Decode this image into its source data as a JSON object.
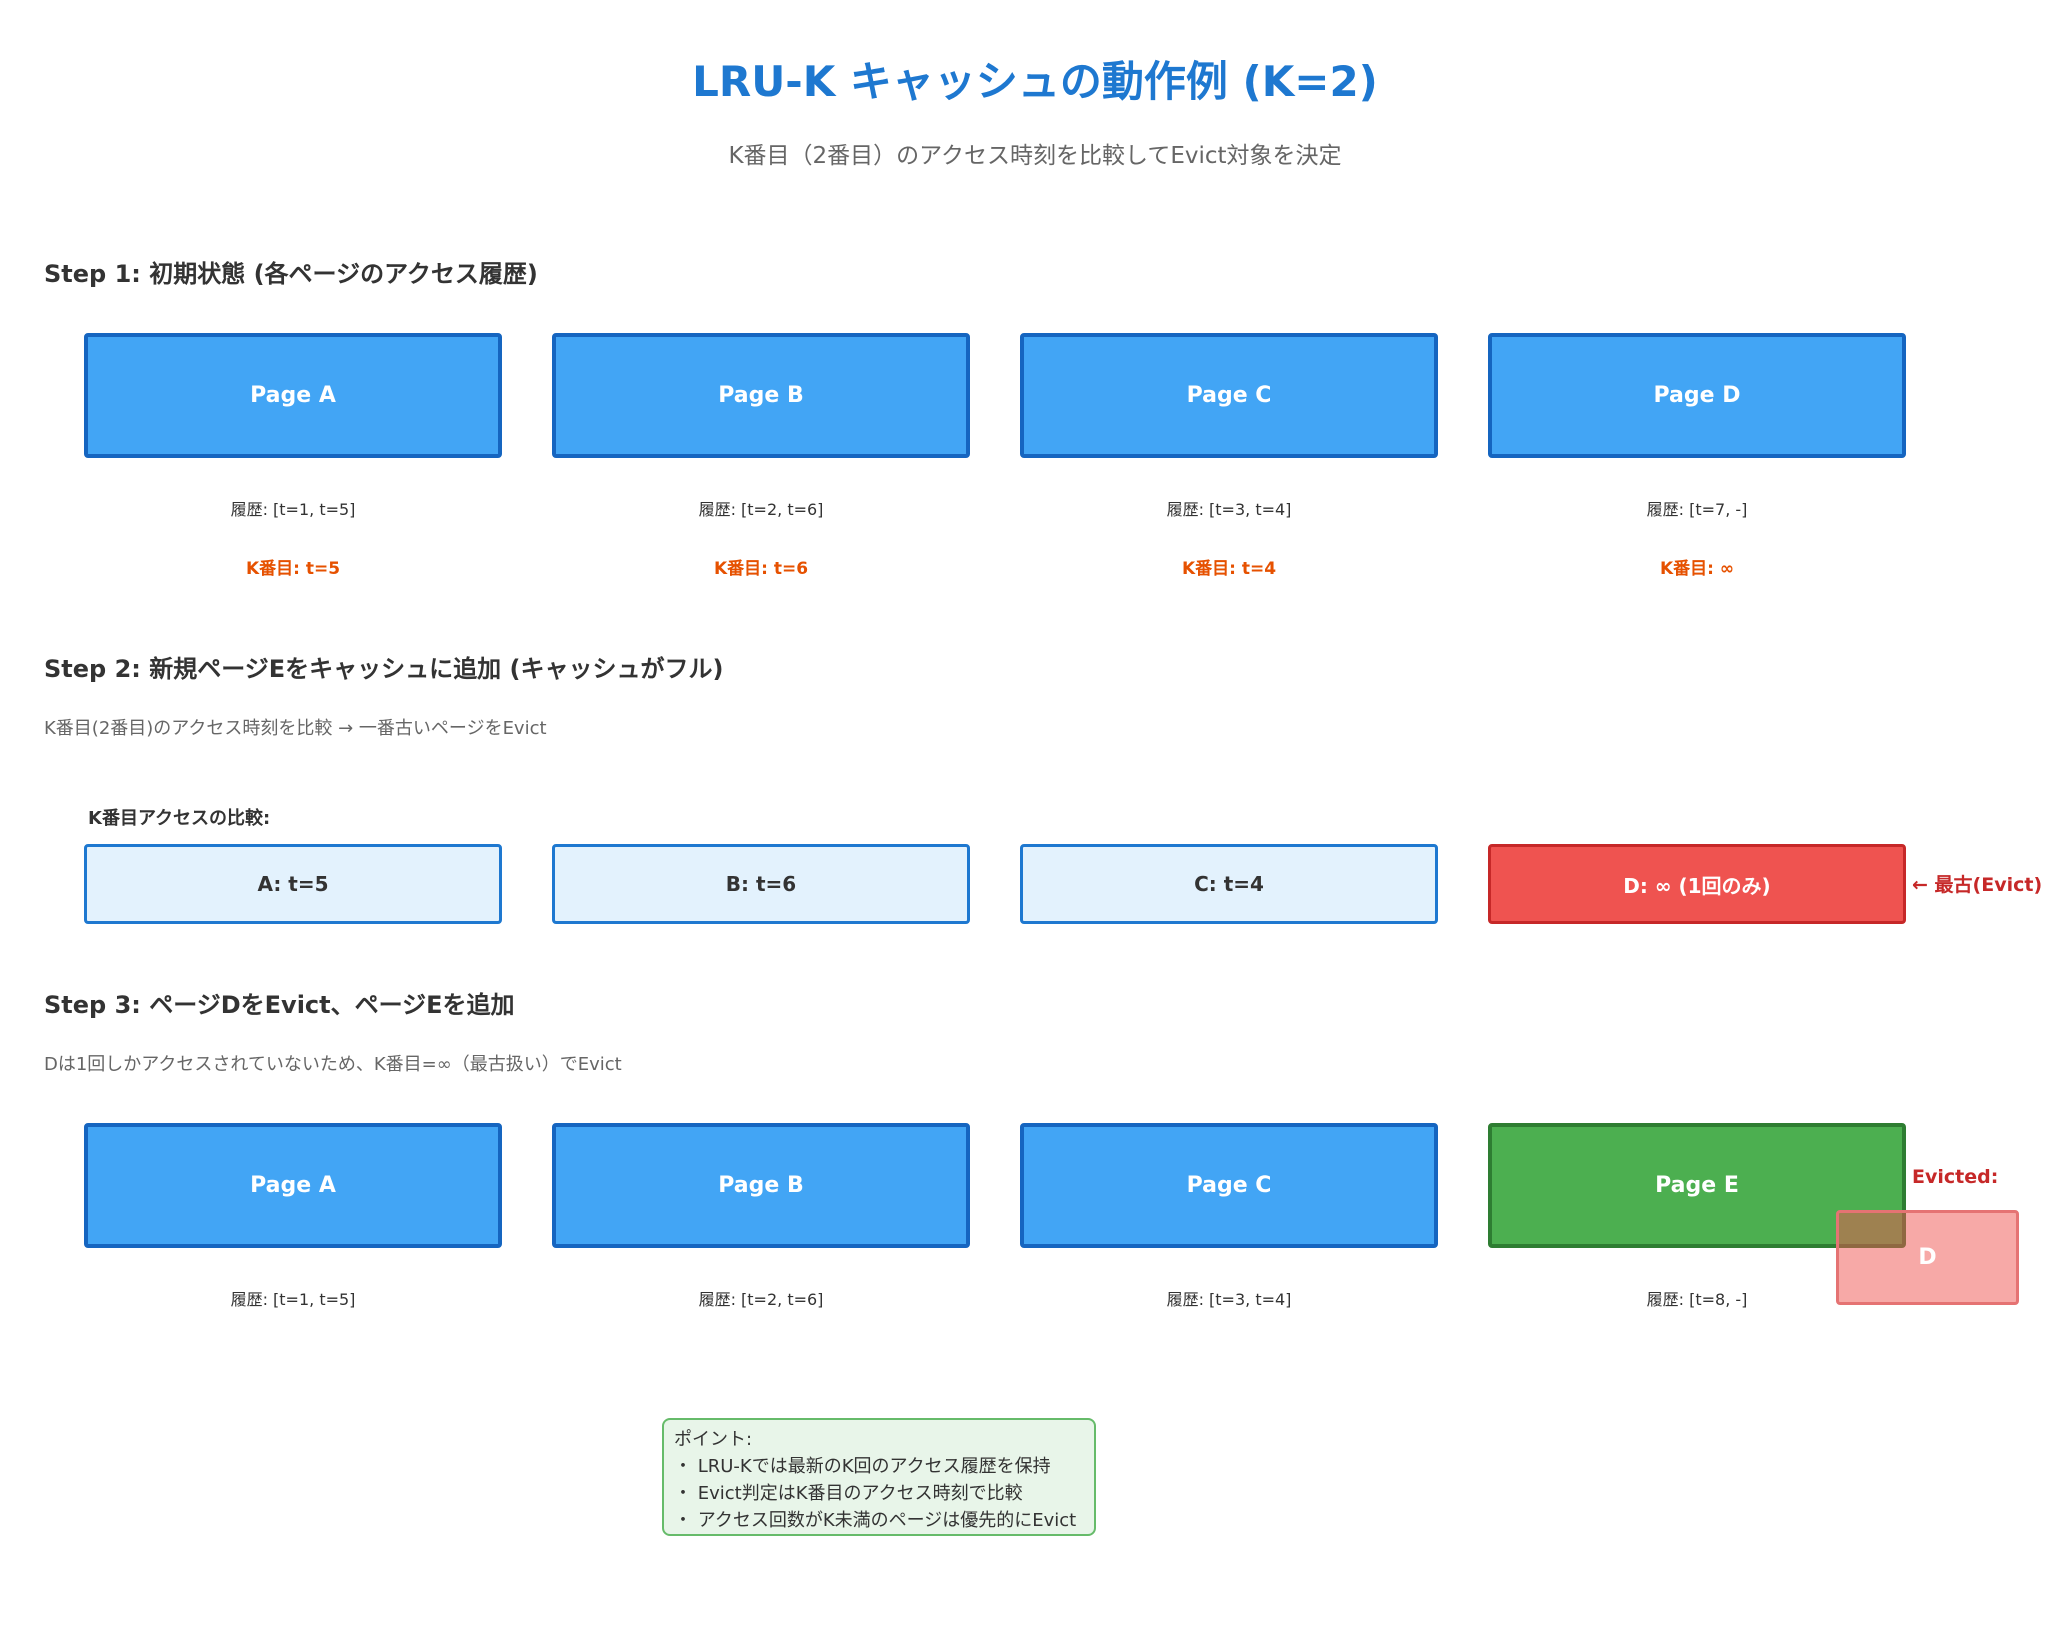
{
  "title": "LRU-K キャッシュの動作例 (K=2)",
  "subtitle": "K番目（2番目）のアクセス時刻を比較してEvict対象を決定",
  "step1": {
    "heading": "Step 1: 初期状態 (各ページのアクセス履歴)",
    "pages": [
      {
        "label": "Page A",
        "history": "履歴: [t=1, t=5]",
        "kth": "K番目: t=5"
      },
      {
        "label": "Page B",
        "history": "履歴: [t=2, t=6]",
        "kth": "K番目: t=6"
      },
      {
        "label": "Page C",
        "history": "履歴: [t=3, t=4]",
        "kth": "K番目: t=4"
      },
      {
        "label": "Page D",
        "history": "履歴: [t=7, -]",
        "kth": "K番目: ∞"
      }
    ]
  },
  "step2": {
    "heading": "Step 2: 新規ページEをキャッシュに追加 (キャッシュがフル)",
    "description": "K番目(2番目)のアクセス時刻を比較 → 一番古いページをEvict",
    "compare_label": "K番目アクセスの比較:",
    "comparisons": [
      "A: t=5",
      "B: t=6",
      "C: t=4",
      "D: ∞ (1回のみ)"
    ],
    "oldest_label": "← 最古(Evict)"
  },
  "step3": {
    "heading": "Step 3: ページDをEvict、ページEを追加",
    "description": "Dは1回しかアクセスされていないため、K番目=∞（最古扱い）でEvict",
    "pages": [
      {
        "label": "Page A",
        "history": "履歴: [t=1, t=5]"
      },
      {
        "label": "Page B",
        "history": "履歴: [t=2, t=6]"
      },
      {
        "label": "Page C",
        "history": "履歴: [t=3, t=4]"
      },
      {
        "label": "Page E",
        "history": "履歴: [t=8, -]"
      }
    ],
    "evicted_label": "Evicted:",
    "evicted_page": "D"
  },
  "points": {
    "title": "ポイント:",
    "items": [
      "・ LRU-Kでは最新のK回のアクセス履歴を保持",
      "・ Evict判定はK番目のアクセス時刻で比較",
      "・ アクセス回数がK未満のページは優先的にEvict"
    ]
  },
  "colors": {
    "title": "#1e78d0",
    "page_fill": "#42a5f5",
    "page_border": "#1565c0",
    "kth_text": "#e65100",
    "evict_fill": "#ef5350",
    "evict_text": "#c62828",
    "new_page_fill": "#4caf50",
    "compare_fill": "#e3f2fd",
    "point_fill": "#e8f5e9"
  }
}
